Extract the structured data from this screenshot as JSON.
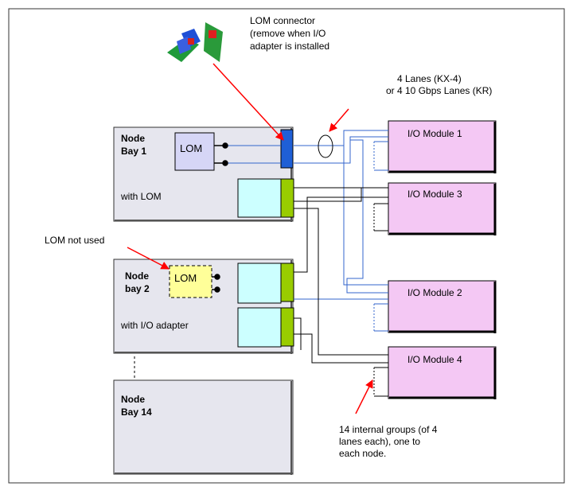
{
  "annotations": {
    "lom_connector": [
      "LOM connector",
      "(remove when I/O",
      "adapter is installed"
    ],
    "lanes": [
      "4 Lanes (KX-4)",
      "or 4 10 Gbps Lanes (KR)"
    ],
    "lom_not_used": "LOM not used",
    "internal_groups": [
      "14 internal groups (of 4",
      "lanes each), one to",
      "each node."
    ]
  },
  "nodes": {
    "bay1": {
      "title_line1": "Node",
      "title_line2": "Bay 1",
      "lom": "LOM",
      "caption": "with LOM"
    },
    "bay2": {
      "title_line1": "Node",
      "title_line2": "bay 2",
      "lom": "LOM",
      "caption": "with I/O adapter"
    },
    "bay14": {
      "title_line1": "Node",
      "title_line2": "Bay 14"
    }
  },
  "modules": {
    "m1": "I/O Module 1",
    "m3": "I/O Module 3",
    "m2": "I/O Module 2",
    "m4": "I/O Module 4"
  },
  "colors": {
    "node_fill": "#e6e6ee",
    "module_fill": "#f4c8f4",
    "lom1_fill": "#d6d6f6",
    "lom2_fill": "#ffff99",
    "adapter_fill": "#ccffff",
    "connector_green": "#99cc00",
    "connector_blue": "#1f5fd6",
    "lane_blue": "#3366cc",
    "arrow_red": "#ff0000"
  }
}
